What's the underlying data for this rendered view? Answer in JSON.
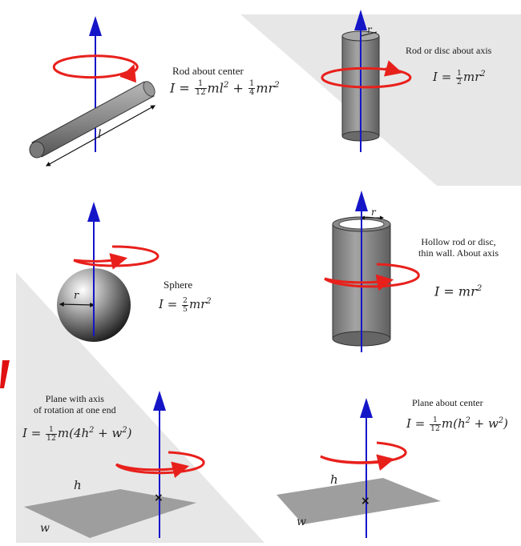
{
  "diagram": {
    "panels": {
      "rod_center": {
        "label": "Rod about center",
        "formula_lhs": "I =",
        "frac1_num": "1",
        "frac1_den": "12",
        "term1": "ml",
        "term1_exp": "2",
        "plus": "+",
        "frac2_num": "1",
        "frac2_den": "4",
        "term2": "mr",
        "term2_exp": "2",
        "length_symbol": "l"
      },
      "rod_disc_axis": {
        "label": "Rod or disc about axis",
        "formula_lhs": "I =",
        "frac_num": "1",
        "frac_den": "2",
        "term": "mr",
        "term_exp": "2",
        "radius_symbol": "r"
      },
      "sphere": {
        "label": "Sphere",
        "formula_lhs": "I =",
        "frac_num": "2",
        "frac_den": "5",
        "term": "mr",
        "term_exp": "2",
        "radius_symbol": "r"
      },
      "hollow_rod": {
        "label_line1": "Hollow rod or disc,",
        "label_line2": "thin wall. About axis",
        "formula_lhs": "I =",
        "term": "mr",
        "term_exp": "2",
        "radius_symbol": "r"
      },
      "plane_end": {
        "label_line1": "Plane with axis",
        "label_line2": "of rotation at one end",
        "formula_lhs": "I =",
        "frac_num": "1",
        "frac_den": "12",
        "term": "m(4h",
        "term_mid": " + w",
        "term_end": ")",
        "exp": "2",
        "h_symbol": "h",
        "w_symbol": "w"
      },
      "plane_center": {
        "label": "Plane about center",
        "formula_lhs": "I =",
        "frac_num": "1",
        "frac_den": "12",
        "term": "m(h",
        "term_mid": " + w",
        "term_end": ")",
        "exp": "2",
        "h_symbol": "h",
        "w_symbol": "w"
      }
    },
    "colors": {
      "axis": "#1515c8",
      "rotation": "#e8201c",
      "background_gray": "#e7e7e7",
      "object_gray": "#8c8c8c",
      "edge_mark": "#e01010"
    }
  }
}
